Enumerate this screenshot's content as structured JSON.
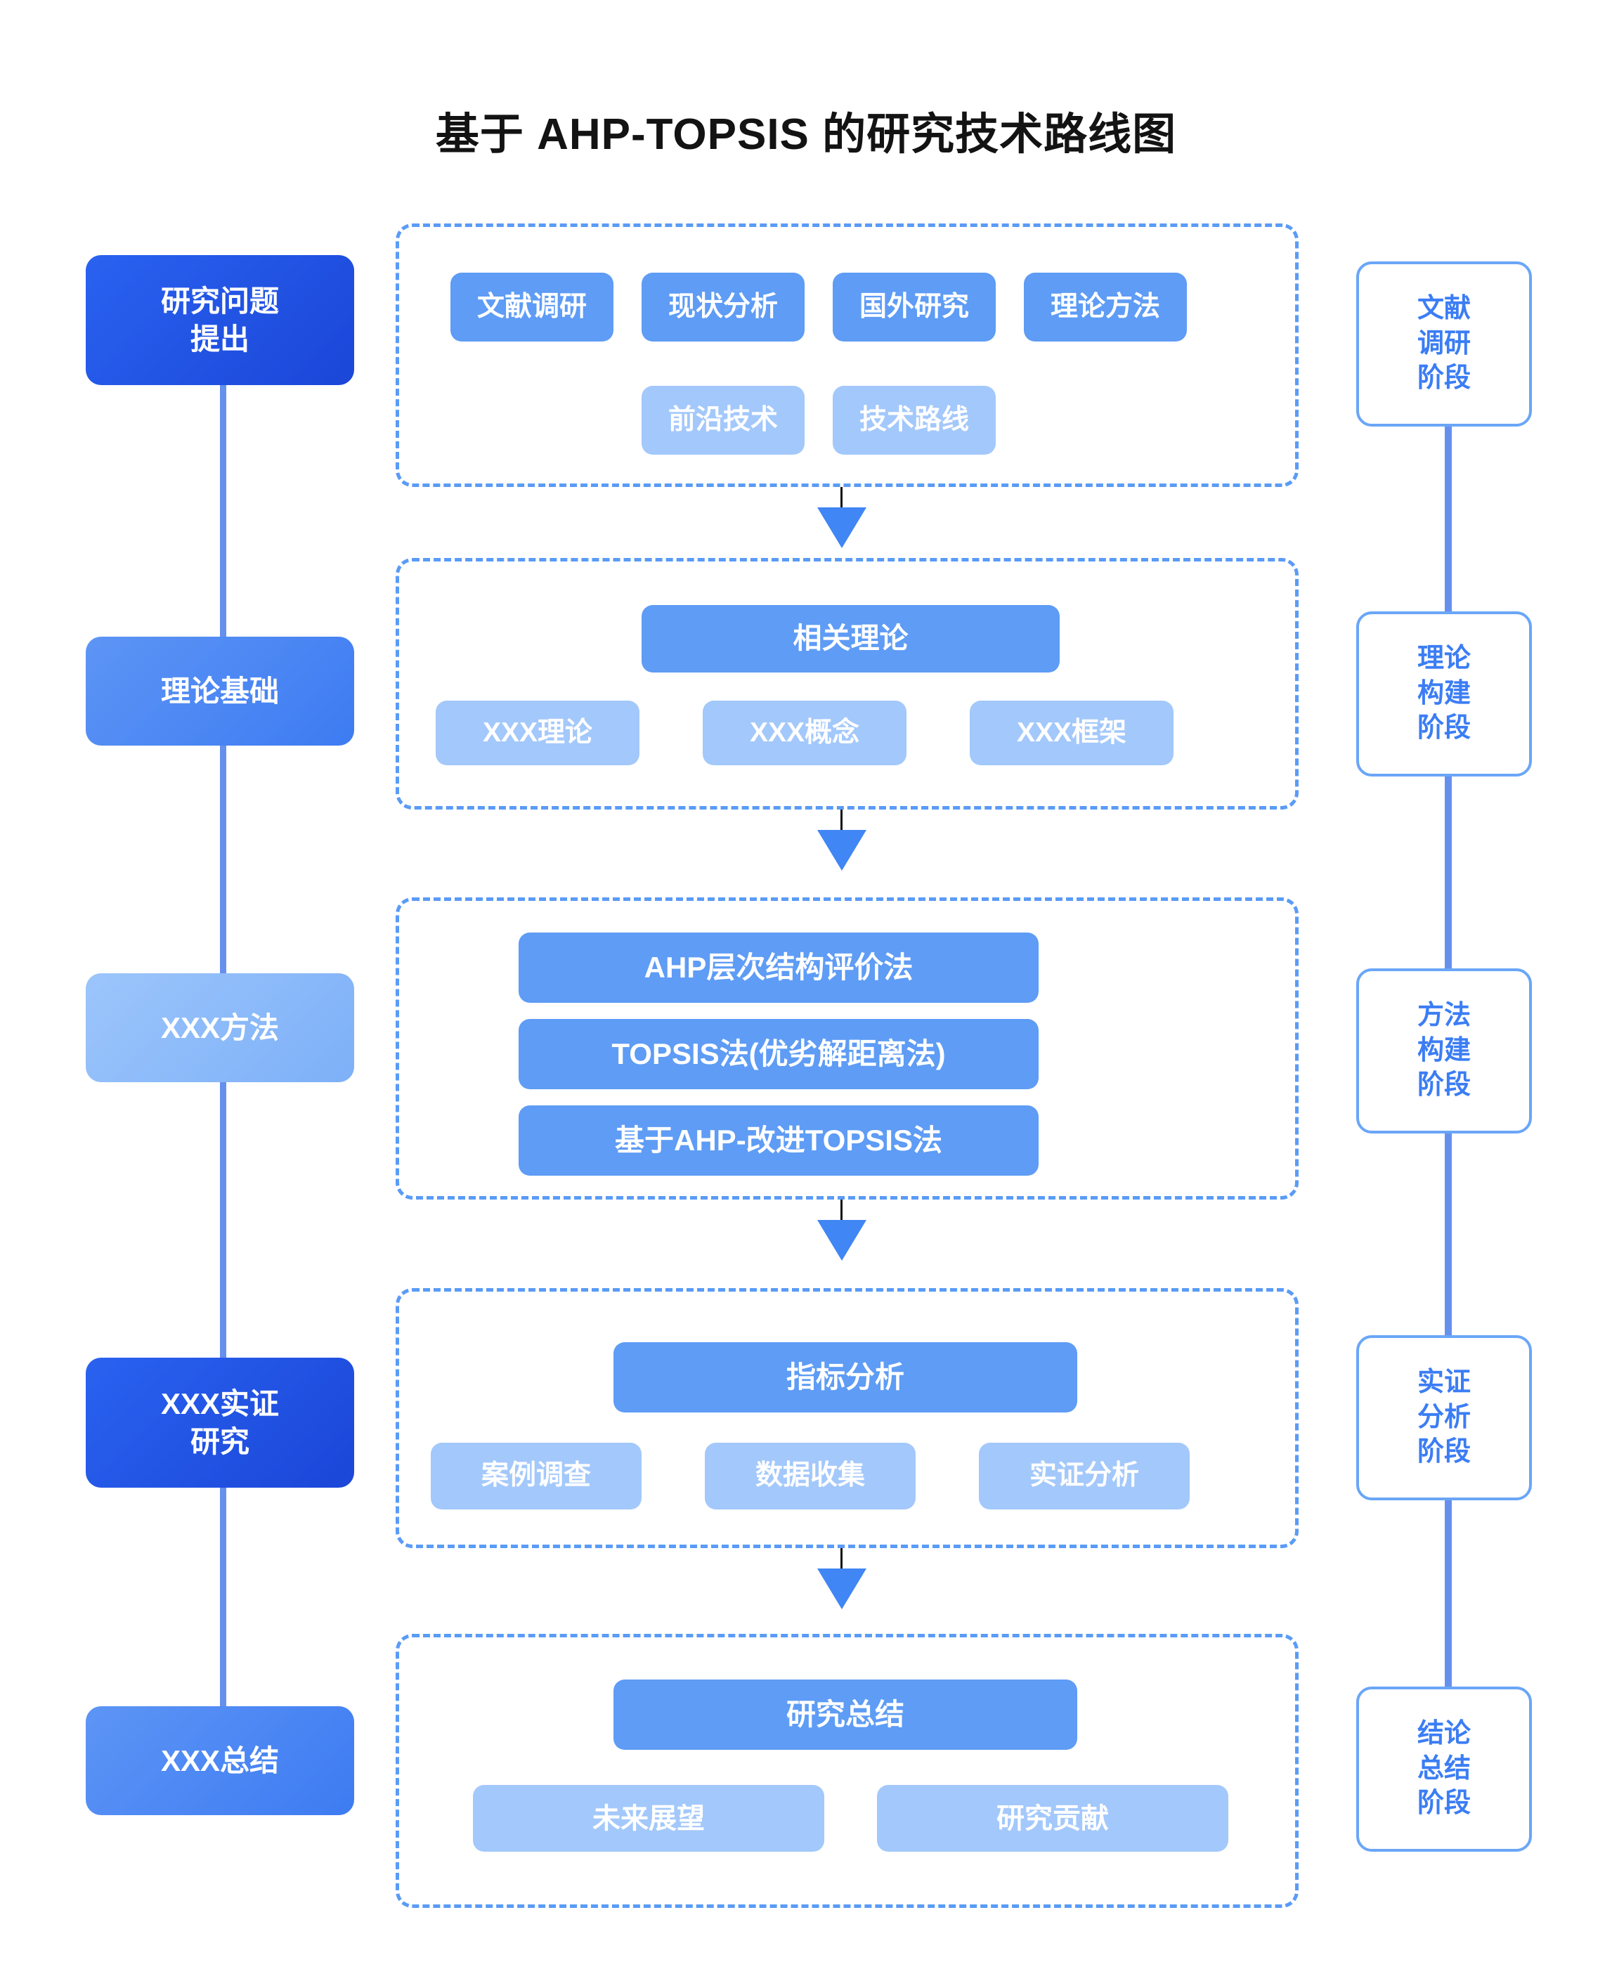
{
  "title": "基于 AHP-TOPSIS 的研究技术路线图",
  "colors": {
    "dark_blue": "#1b46d8",
    "medium_blue": "#5e9cf5",
    "light_blue": "#a3c8fb",
    "outline_blue": "#6aa6f7",
    "connector_blue": "#6690EE",
    "arrow_blue": "#4086f4",
    "text_white": "#ffffff",
    "title_black": "#131313"
  },
  "left_column": {
    "name": "research-phase-steps",
    "items": [
      {
        "label": "研究问题\n提出",
        "line1": "研究问题",
        "line2": "提出",
        "tone": "dark"
      },
      {
        "label": "理论基础",
        "line1": "理论基础",
        "line2": "",
        "tone": "med"
      },
      {
        "label": "XXX方法",
        "line1": "XXX方法",
        "line2": "",
        "tone": "light"
      },
      {
        "label": "XXX实证\n研究",
        "line1": "XXX实证",
        "line2": "研究",
        "tone": "dark"
      },
      {
        "label": "XXX总结",
        "line1": "XXX总结",
        "line2": "",
        "tone": "med"
      }
    ]
  },
  "right_column": {
    "name": "stage-labels",
    "items": [
      {
        "label": "文献调研阶段",
        "line1": "文献",
        "line2": "调研",
        "line3": "阶段"
      },
      {
        "label": "理论构建阶段",
        "line1": "理论",
        "line2": "构建",
        "line3": "阶段"
      },
      {
        "label": "方法构建阶段",
        "line1": "方法",
        "line2": "构建",
        "line3": "阶段"
      },
      {
        "label": "实证分析阶段",
        "line1": "实证",
        "line2": "分析",
        "line3": "阶段"
      },
      {
        "label": "结论总结阶段",
        "line1": "结论",
        "line2": "总结",
        "line3": "阶段"
      }
    ]
  },
  "stages": [
    {
      "id": "stage-literature-review",
      "rows": [
        {
          "tone": "m",
          "chips": [
            "文献调研",
            "现状分析",
            "国外研究",
            "理论方法"
          ]
        },
        {
          "tone": "l",
          "chips": [
            "前沿技术",
            "技术路线"
          ]
        }
      ]
    },
    {
      "id": "stage-theory",
      "rows": [
        {
          "tone": "m",
          "chips": [
            "相关理论"
          ]
        },
        {
          "tone": "l",
          "chips": [
            "XXX理论",
            "XXX概念",
            "XXX框架"
          ]
        }
      ]
    },
    {
      "id": "stage-method",
      "rows": [
        {
          "tone": "m",
          "chips": [
            "AHP层次结构评价法"
          ]
        },
        {
          "tone": "m",
          "chips": [
            "TOPSIS法(优劣解距离法)"
          ]
        },
        {
          "tone": "m",
          "chips": [
            "基于AHP-改进TOPSIS法"
          ]
        }
      ]
    },
    {
      "id": "stage-empirical",
      "rows": [
        {
          "tone": "m",
          "chips": [
            "指标分析"
          ]
        },
        {
          "tone": "l",
          "chips": [
            "案例调查",
            "数据收集",
            "实证分析"
          ]
        }
      ]
    },
    {
      "id": "stage-conclusion",
      "rows": [
        {
          "tone": "m",
          "chips": [
            "研究总结"
          ]
        },
        {
          "tone": "l",
          "chips": [
            "未来展望",
            "研究贡献"
          ]
        }
      ]
    }
  ],
  "arrows": [
    {
      "from": "stage-literature-review",
      "to": "stage-theory"
    },
    {
      "from": "stage-theory",
      "to": "stage-method"
    },
    {
      "from": "stage-method",
      "to": "stage-empirical"
    },
    {
      "from": "stage-empirical",
      "to": "stage-conclusion"
    }
  ]
}
